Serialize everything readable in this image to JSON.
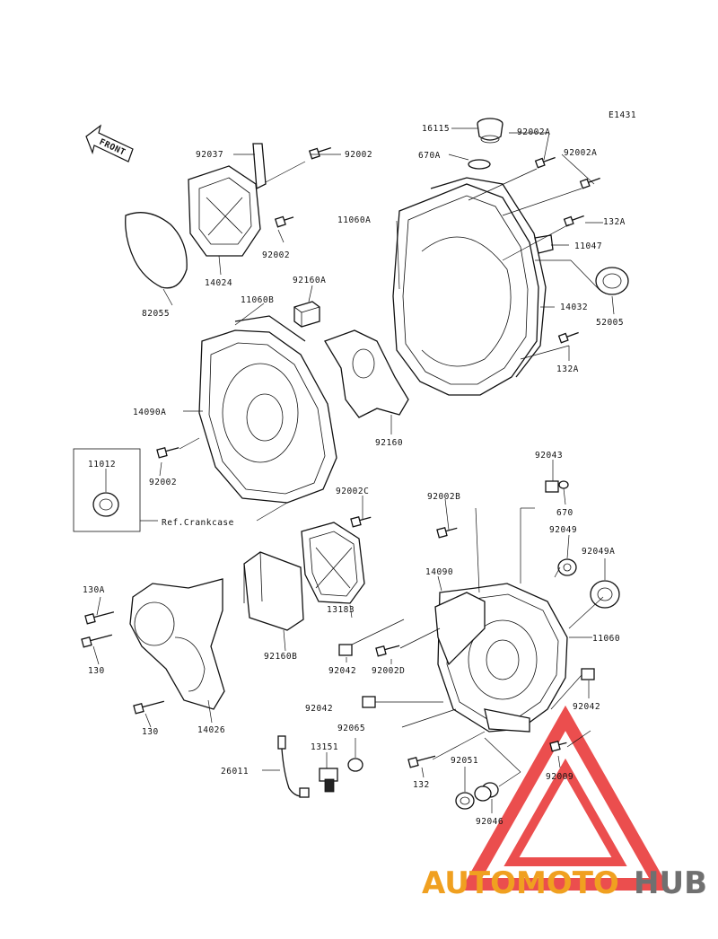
{
  "diagram_code": "E1431",
  "front_label": "FRONT",
  "reference_note": "Ref.Crankcase",
  "watermark": {
    "part1": "AUTOMOTO",
    "part2": "HUB",
    "color1": "#f0a020",
    "color2": "#707070",
    "triangle_color": "#e83030"
  },
  "parts": [
    {
      "id": "p16115",
      "number": "16115"
    },
    {
      "id": "p92002A_1",
      "number": "92002A"
    },
    {
      "id": "p670A",
      "number": "670A"
    },
    {
      "id": "p92002A_2",
      "number": "92002A"
    },
    {
      "id": "p92037",
      "number": "92037"
    },
    {
      "id": "p92002_1",
      "number": "92002"
    },
    {
      "id": "p11060A",
      "number": "11060A"
    },
    {
      "id": "p132A_1",
      "number": "132A"
    },
    {
      "id": "p11047",
      "number": "11047"
    },
    {
      "id": "p92002_2",
      "number": "92002"
    },
    {
      "id": "p14024",
      "number": "14024"
    },
    {
      "id": "p92160A",
      "number": "92160A"
    },
    {
      "id": "p14032",
      "number": "14032"
    },
    {
      "id": "p52005",
      "number": "52005"
    },
    {
      "id": "p82055",
      "number": "82055"
    },
    {
      "id": "p11060B",
      "number": "11060B"
    },
    {
      "id": "p132A_2",
      "number": "132A"
    },
    {
      "id": "p14090A",
      "number": "14090A"
    },
    {
      "id": "p92160",
      "number": "92160"
    },
    {
      "id": "p11012",
      "number": "11012"
    },
    {
      "id": "p92002_3",
      "number": "92002"
    },
    {
      "id": "p92043",
      "number": "92043"
    },
    {
      "id": "p92002C",
      "number": "92002C"
    },
    {
      "id": "p92002B",
      "number": "92002B"
    },
    {
      "id": "p670",
      "number": "670"
    },
    {
      "id": "p92049",
      "number": "92049"
    },
    {
      "id": "p92049A",
      "number": "92049A"
    },
    {
      "id": "p14090",
      "number": "14090"
    },
    {
      "id": "p130A",
      "number": "130A"
    },
    {
      "id": "p13183",
      "number": "13183"
    },
    {
      "id": "p11060",
      "number": "11060"
    },
    {
      "id": "p130_1",
      "number": "130"
    },
    {
      "id": "p92160B",
      "number": "92160B"
    },
    {
      "id": "p92042_1",
      "number": "92042"
    },
    {
      "id": "p92002D",
      "number": "92002D"
    },
    {
      "id": "p92042_2",
      "number": "92042"
    },
    {
      "id": "p92042_3",
      "number": "92042"
    },
    {
      "id": "p130_2",
      "number": "130"
    },
    {
      "id": "p14026",
      "number": "14026"
    },
    {
      "id": "p92065",
      "number": "92065"
    },
    {
      "id": "p13151",
      "number": "13151"
    },
    {
      "id": "p26011",
      "number": "26011"
    },
    {
      "id": "p92051",
      "number": "92051"
    },
    {
      "id": "p132",
      "number": "132"
    },
    {
      "id": "p92009",
      "number": "92009"
    },
    {
      "id": "p92046",
      "number": "92046"
    }
  ]
}
